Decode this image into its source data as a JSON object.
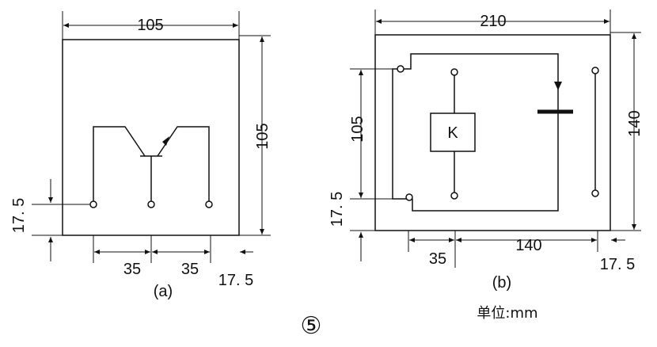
{
  "figure_number": "⑤",
  "unit_label": "单位:mm",
  "panel_a": {
    "caption": "(a)",
    "dims": {
      "width_top": "105",
      "height_right": "105",
      "offset_left": "17. 5",
      "spacing_1": "35",
      "spacing_2": "35",
      "offset_right": "17. 5"
    }
  },
  "panel_b": {
    "caption": "(b)",
    "relay_label": "K",
    "dims": {
      "width_top": "210",
      "height_right": "140",
      "height_left": "105",
      "offset_left": "17. 5",
      "spacing_left": "35",
      "spacing_mid": "140",
      "offset_right": "17. 5"
    }
  }
}
